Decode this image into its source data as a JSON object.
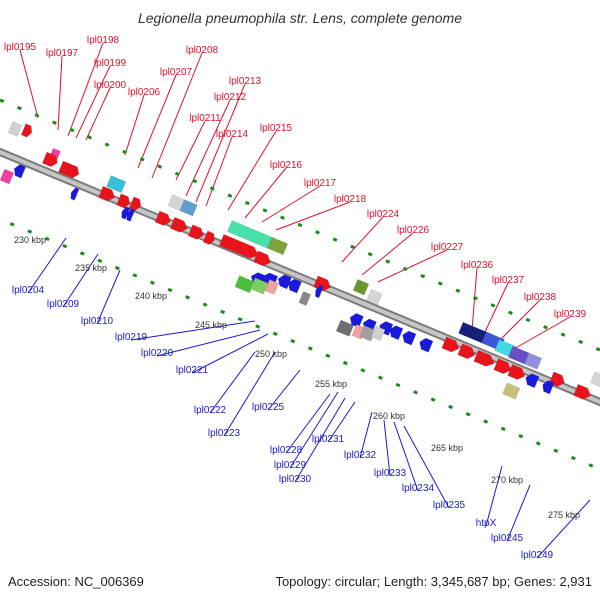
{
  "header": {
    "title": "Legionella pneumophila str. Lens, complete genome"
  },
  "footer": {
    "accession": "Accession: NC_006369",
    "summary": "Topology: circular; Length: 3,345,687 bp; Genes: 2,931"
  },
  "colors": {
    "forward_genes": "#e8141c",
    "reverse_genes": "#1a1adc",
    "backbone": "#a8a8a8",
    "tick_marks": "#1a8a1a"
  },
  "kbp_markers": [
    "230 kbp",
    "235 kbp",
    "240 kbp",
    "245 kbp",
    "250 kbp",
    "255 kbp",
    "260 kbp",
    "265 kbp",
    "270 kbp",
    "275 kbp"
  ],
  "forward_gene_labels": [
    "lpl0195",
    "lpl0197",
    "lpl0198",
    "lpl0199",
    "lpl0200",
    "lpl0206",
    "lpl0207",
    "lpl0208",
    "lpl0211",
    "lpl0212",
    "lpl0213",
    "lpl0214",
    "lpl0215",
    "lpl0216",
    "lpl0217",
    "lpl0218",
    "lpl0224",
    "lpl0226",
    "lpl0227",
    "lpl0236",
    "lpl0237",
    "lpl0238",
    "lpl0239"
  ],
  "reverse_gene_labels": [
    "lpl0204",
    "lpl0209",
    "lpl0210",
    "lpl0219",
    "lpl0220",
    "lpl0221",
    "lpl0222",
    "lpl0223",
    "lpl0225",
    "lpl0228",
    "lpl0229",
    "lpl0230",
    "lpl0231",
    "lpl0232",
    "lpl0233",
    "lpl0234",
    "lpl0235",
    "htpX",
    "lpl0245",
    "lpl0249"
  ]
}
